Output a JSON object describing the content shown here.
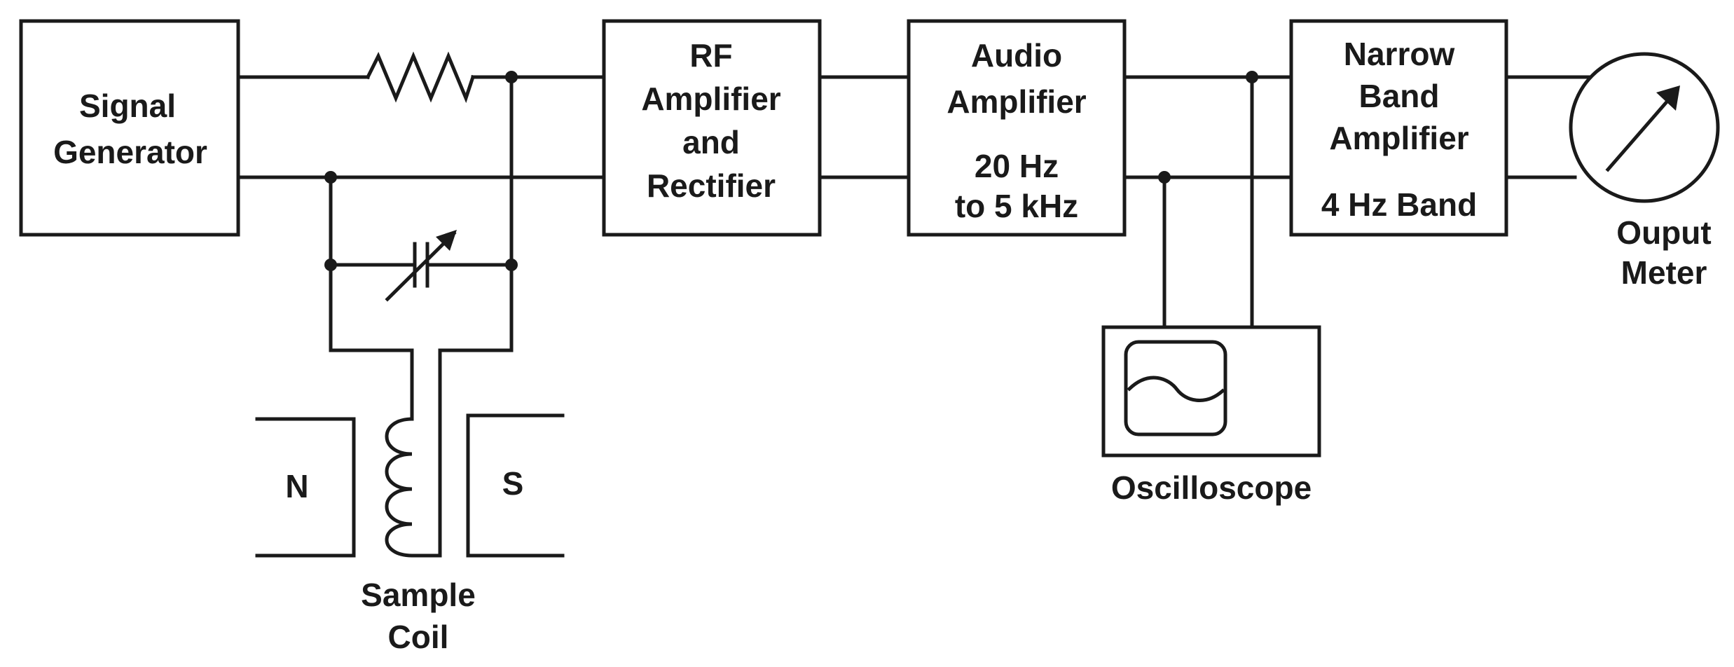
{
  "blocks": {
    "signal_generator": {
      "lines": [
        "Signal",
        "Generator"
      ]
    },
    "rf_amplifier": {
      "lines": [
        "RF",
        "Amplifier",
        "and",
        "Rectifier"
      ]
    },
    "audio_amplifier": {
      "lines": [
        "Audio",
        "Amplifier",
        "20 Hz",
        "to 5 kHz"
      ]
    },
    "narrow_band_amplifier": {
      "lines": [
        "Narrow",
        "Band",
        "Amplifier",
        "4 Hz Band"
      ]
    }
  },
  "output_meter": {
    "lines": [
      "Ouput",
      "Meter"
    ]
  },
  "oscilloscope": {
    "label": "Oscilloscope"
  },
  "magnet": {
    "north": "N",
    "south": "S"
  },
  "sample_coil": {
    "lines": [
      "Sample",
      "Coil"
    ]
  },
  "colors": {
    "line": "#1a1a1a",
    "background": "#ffffff"
  }
}
